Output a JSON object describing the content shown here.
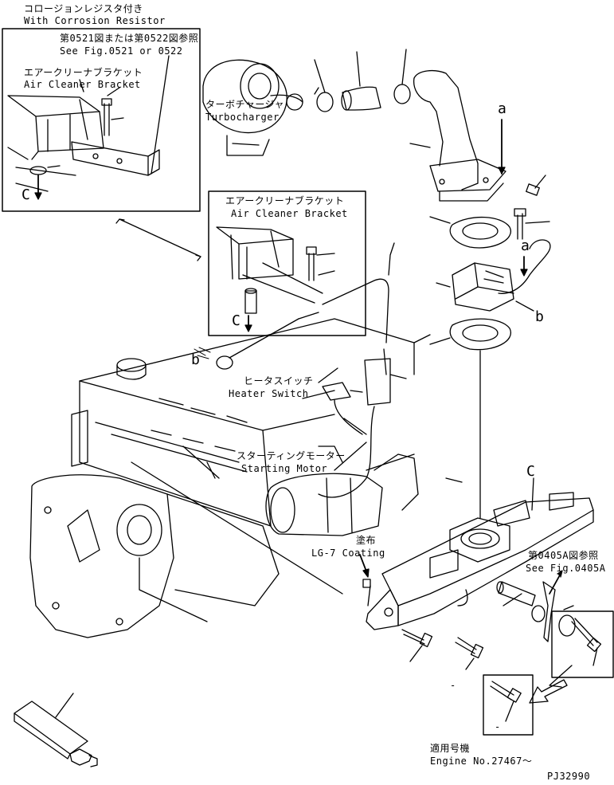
{
  "inset_corrosion": {
    "title_jp": "コロージョンレジスタ付き",
    "title_en": "With Corrosion Resistor",
    "ref_jp": "第0521図または第0522図参照",
    "ref_en": "See Fig.0521 or 0522",
    "bracket_jp": "エアークリーナブラケット",
    "bracket_en": "Air Cleaner Bracket",
    "view_letter": "C"
  },
  "inset_bracket": {
    "bracket_jp": "エアークリーナブラケット",
    "bracket_en": "Air Cleaner Bracket",
    "view_letter": "C"
  },
  "labels": {
    "turbo_jp": "ターボチャージャ",
    "turbo_en": "Turbocharger",
    "heater_jp": "ヒータスイッチ",
    "heater_en": "Heater Switch",
    "starting_jp": "スターティングモーター",
    "starting_en": "Starting Motor",
    "coating_jp": "塗布",
    "coating_en": "LG-7 Coating",
    "fig_ref_jp": "第0405A図参照",
    "fig_ref_en": "See Fig.0405A",
    "serial_jp": "適用号機",
    "serial_en": "Engine No.27467～",
    "drawing_no": "PJ32990",
    "callout_a_top": "a",
    "callout_a_mid": "a",
    "callout_b_right": "b",
    "callout_b_left": "b",
    "callout_c_manifold": "C",
    "serial_dash": "-",
    "manifold_dash": "-"
  },
  "colors": {
    "ink": "#000000",
    "paper": "#ffffff"
  }
}
